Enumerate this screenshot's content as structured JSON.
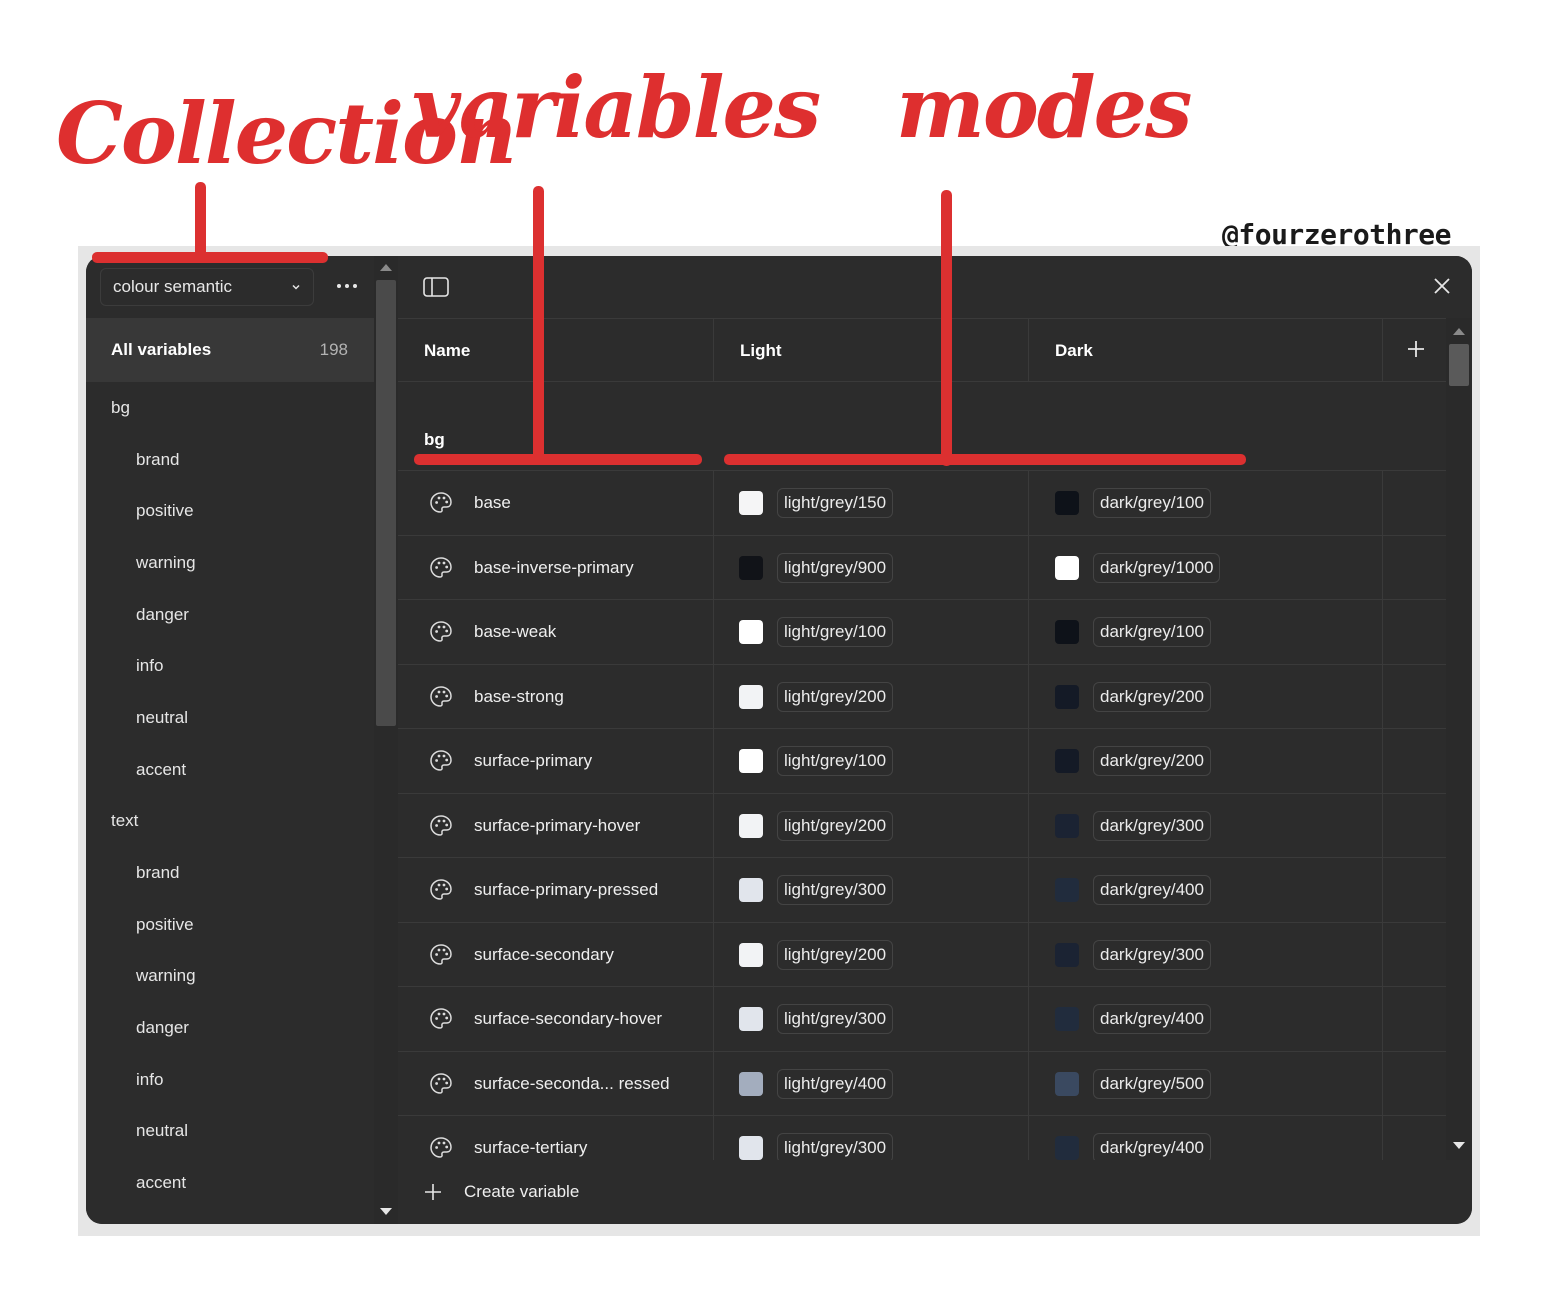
{
  "annotations": {
    "collection": "Collection",
    "variables": "variables",
    "modes": "modes",
    "watermark": "@fourzerothree"
  },
  "sidebar": {
    "collection_select": "colour semantic",
    "all_variables": {
      "label": "All variables",
      "count": "198"
    },
    "groups": [
      {
        "label": "bg",
        "level": 0
      },
      {
        "label": "brand",
        "level": 1
      },
      {
        "label": "positive",
        "level": 1
      },
      {
        "label": "warning",
        "level": 1
      },
      {
        "label": "danger",
        "level": 1
      },
      {
        "label": "info",
        "level": 1
      },
      {
        "label": "neutral",
        "level": 1
      },
      {
        "label": "accent",
        "level": 1
      },
      {
        "label": "text",
        "level": 0
      },
      {
        "label": "brand",
        "level": 1
      },
      {
        "label": "positive",
        "level": 1
      },
      {
        "label": "warning",
        "level": 1
      },
      {
        "label": "danger",
        "level": 1
      },
      {
        "label": "info",
        "level": 1
      },
      {
        "label": "neutral",
        "level": 1
      },
      {
        "label": "accent",
        "level": 1
      }
    ]
  },
  "table": {
    "columns": {
      "name": "Name",
      "light": "Light",
      "dark": "Dark"
    },
    "group_label": "bg",
    "rows": [
      {
        "name": "base",
        "light": "light/grey/150",
        "light_color": "#f5f5f6",
        "dark": "dark/grey/100",
        "dark_color": "#0e1219"
      },
      {
        "name": "base-inverse-primary",
        "light": "light/grey/900",
        "light_color": "#111318",
        "dark": "dark/grey/1000",
        "dark_color": "#ffffff"
      },
      {
        "name": "base-weak",
        "light": "light/grey/100",
        "light_color": "#ffffff",
        "dark": "dark/grey/100",
        "dark_color": "#0e1219"
      },
      {
        "name": "base-strong",
        "light": "light/grey/200",
        "light_color": "#f2f3f5",
        "dark": "dark/grey/200",
        "dark_color": "#141a26"
      },
      {
        "name": "surface-primary",
        "light": "light/grey/100",
        "light_color": "#ffffff",
        "dark": "dark/grey/200",
        "dark_color": "#141a26"
      },
      {
        "name": "surface-primary-hover",
        "light": "light/grey/200",
        "light_color": "#f2f3f5",
        "dark": "dark/grey/300",
        "dark_color": "#1b2333"
      },
      {
        "name": "surface-primary-pressed",
        "light": "light/grey/300",
        "light_color": "#e1e5ec",
        "dark": "dark/grey/400",
        "dark_color": "#212c3d"
      },
      {
        "name": "surface-secondary",
        "light": "light/grey/200",
        "light_color": "#f2f3f5",
        "dark": "dark/grey/300",
        "dark_color": "#1b2333"
      },
      {
        "name": "surface-secondary-hover",
        "light": "light/grey/300",
        "light_color": "#e1e5ec",
        "dark": "dark/grey/400",
        "dark_color": "#212c3d"
      },
      {
        "name": "surface-seconda... ressed",
        "light": "light/grey/400",
        "light_color": "#a3adbe",
        "dark": "dark/grey/500",
        "dark_color": "#3a4960"
      },
      {
        "name": "surface-tertiary",
        "light": "light/grey/300",
        "light_color": "#e1e5ec",
        "dark": "dark/grey/400",
        "dark_color": "#212c3d"
      }
    ]
  },
  "footer": {
    "create_variable": "Create variable"
  },
  "icons": {
    "collection_dropdown": "chevron-down-icon",
    "more": "more-icon",
    "panel_toggle": "sidebar-panel-icon",
    "close": "close-icon",
    "add_mode": "plus-icon",
    "variable_type": "palette-icon",
    "create": "plus-icon"
  },
  "colors": {
    "accent_annotation": "#dc3030",
    "window_bg": "#2c2c2c"
  }
}
